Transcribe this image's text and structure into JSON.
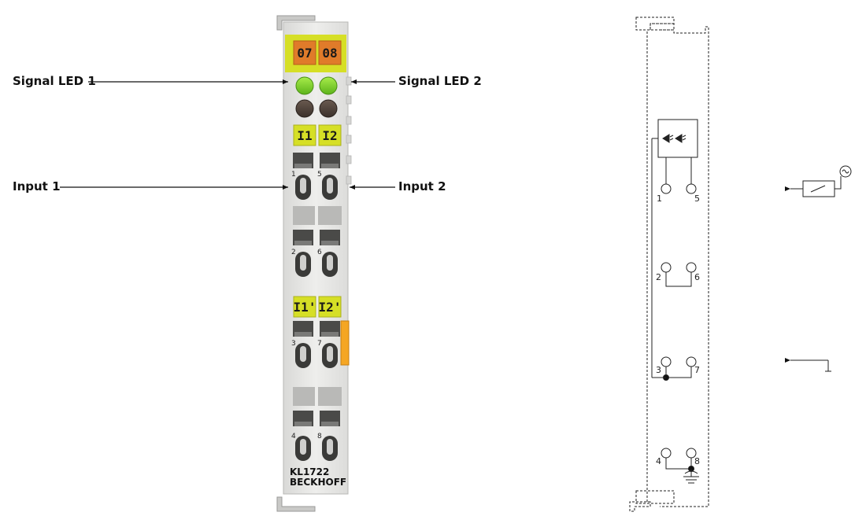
{
  "callouts": {
    "signal_led_1": "Signal LED 1",
    "signal_led_2": "Signal LED 2",
    "input_1": "Input 1",
    "input_2": "Input 2"
  },
  "terminal": {
    "model": "KL1722",
    "brand": "BECKHOFF",
    "slot_left": "07",
    "slot_right": "08",
    "input_tags": [
      "I1",
      "I2"
    ],
    "input_tags_secondary": [
      "I1'",
      "I2'"
    ],
    "contact_numbers": [
      "1",
      "5",
      "2",
      "6",
      "3",
      "7",
      "4",
      "8"
    ]
  },
  "schematic": {
    "points": [
      "1",
      "5",
      "2",
      "6",
      "3",
      "7",
      "4",
      "8"
    ]
  },
  "colors": {
    "module_body": "#e4e4e2",
    "label_yellow": "#d6df26",
    "slot_orange": "#e07b2a",
    "led_green": "#7ed321",
    "orange_tab": "#f5a623"
  }
}
